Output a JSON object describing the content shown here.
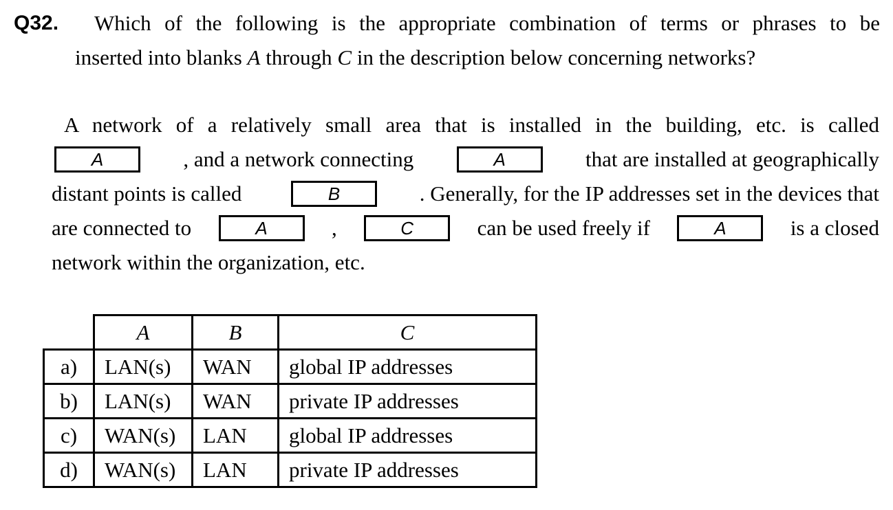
{
  "question": {
    "number": "Q32.",
    "line1": "Which of the following is the appropriate combination of terms or phrases to be",
    "line2_pre": "inserted into blanks ",
    "line2_a": "A",
    "line2_mid": " through ",
    "line2_c": "C",
    "line2_post": " in the description below concerning networks?"
  },
  "passage": {
    "l1": "A network of a relatively small area that is installed in the building, etc. is called",
    "l2_a": ", and a network connecting",
    "l2_b": "that are installed at geographically",
    "l3_a": "distant points is called",
    "l3_b": ". Generally, for the IP addresses set in the devices that",
    "l4_a": "are connected to",
    "l4_b": ",",
    "l4_c": "can be used freely if",
    "l4_d": "is a closed",
    "l5": "network within the organization, etc.",
    "blank_a": "A",
    "blank_b": "B",
    "blank_c": "C"
  },
  "table": {
    "headers": [
      "A",
      "B",
      "C"
    ],
    "rows": [
      {
        "label": "a)",
        "a": "LAN(s)",
        "b": "WAN",
        "c": "global IP addresses"
      },
      {
        "label": "b)",
        "a": "LAN(s)",
        "b": "WAN",
        "c": "private IP addresses"
      },
      {
        "label": "c)",
        "a": "WAN(s)",
        "b": "LAN",
        "c": "global IP addresses"
      },
      {
        "label": "d)",
        "a": "WAN(s)",
        "b": "LAN",
        "c": "private IP addresses"
      }
    ]
  }
}
